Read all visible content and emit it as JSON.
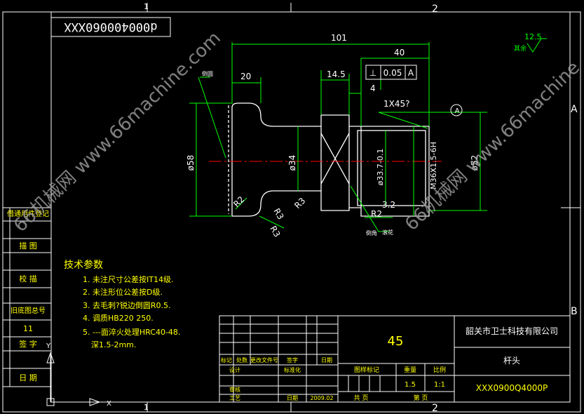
{
  "colors": {
    "background": "#000000",
    "frame": "#ffffff",
    "part": "#ffffff",
    "dimension": "#00ff00",
    "centerline": "#ff0000",
    "text_white": "#ffffff",
    "text_yellow": "#ffff00",
    "watermark": "#9a9a9a"
  },
  "zone_marks": {
    "top_1": "1",
    "top_2": "2",
    "bottom_1": "1",
    "bottom_2": "2",
    "right_a": "A",
    "right_b": "B"
  },
  "drawing_number_box": "d000400060XXX",
  "watermark": {
    "line1": "66机械网 www.66machine.com",
    "line2": "66机械网 www.66machine"
  },
  "surface_finish": {
    "value": "12.5",
    "label": "其余"
  },
  "dimensions": {
    "total_length": "101",
    "right_length": "40",
    "head_length": "20",
    "chamfer_length": "14.5",
    "thread_offset": "4",
    "chamfer_spec": "1X45?",
    "dia_58": "ø58",
    "dia_34": "ø34",
    "dia_33": "ø33.7-0.1",
    "thread": "M36X1.5-6H",
    "dia_52": "ø52",
    "r2_a": "R2",
    "r3_a": "R3",
    "r3_b": "R3",
    "r3_c": "R3",
    "r2_b": "R2",
    "undercut_width": "3.2",
    "datum": "A"
  },
  "tolerance_frame": {
    "symbol": "⊥",
    "value": "0.05",
    "datum": "A"
  },
  "leader_labels": {
    "left": "倒圆",
    "bottom_right": "倒角",
    "right_small": "滚花"
  },
  "tech_requirements": {
    "title": "技术参数",
    "items": [
      "1. 未注尺寸公差按IT14级.",
      "2. 未注形位公差按D级.",
      "3. 去毛刺?锐边倒圆R0.5.",
      "4. 调质HB220 250.",
      "5. ---面淬火处理HRC40-48.",
      "深1.5-2mm."
    ]
  },
  "left_table": [
    "借通用件登记",
    "描 图",
    "校 描",
    "旧底图总号",
    "11",
    "签 字",
    "日 期"
  ],
  "title_block": {
    "material": "45",
    "company": "韶关市卫士科技有限公司",
    "part_name": "杆头",
    "drawing_no": "XXX0900Q4000P",
    "header_row": [
      "标记",
      "处数",
      "更改文件号",
      "签字",
      "日期"
    ],
    "roles": [
      "设计",
      "",
      "审核",
      "工艺"
    ],
    "standardize": "标准化",
    "approve_label": "日期",
    "approve_date": "2009.02",
    "stage_label": "图样标记",
    "weight_label": "重量",
    "scale_label": "比例",
    "weight_value": "1.5",
    "scale_value": "1:1",
    "sheet_total": "共 页",
    "sheet_no": "第 页"
  }
}
